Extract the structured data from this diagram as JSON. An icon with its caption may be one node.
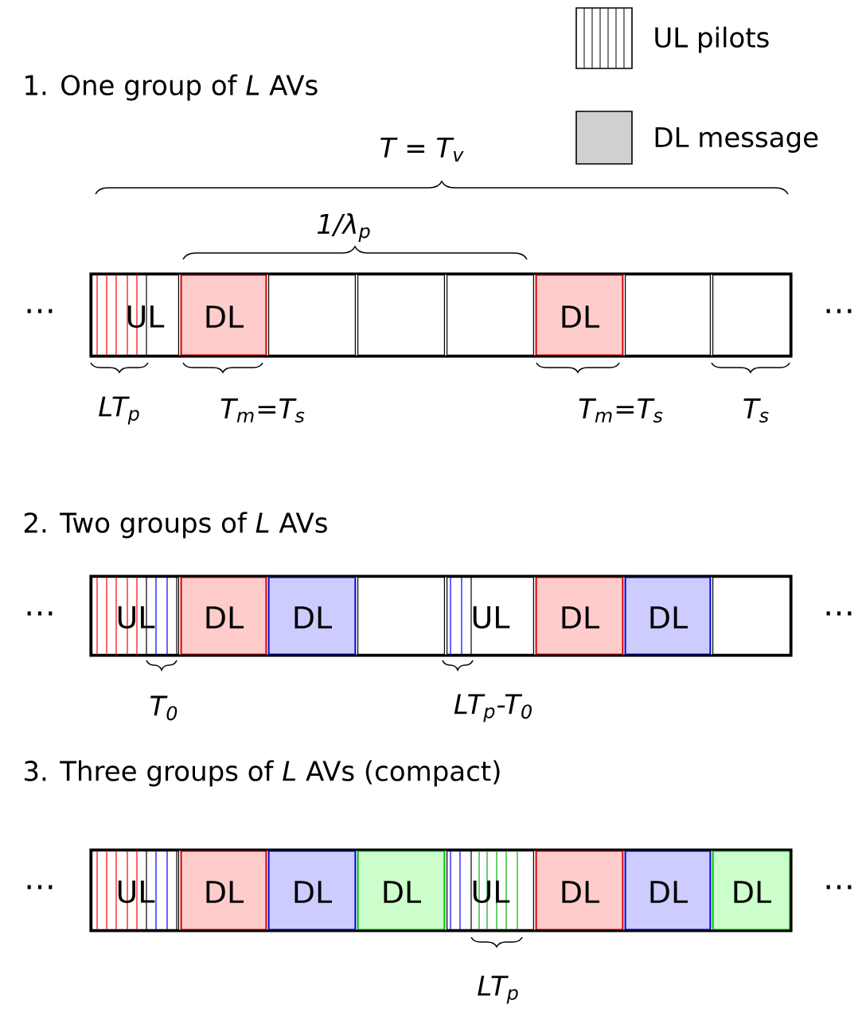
{
  "diagram": {
    "nodes": [
      {
        "text": [
          "UL"
        ]
      },
      {
        "text": [
          "DL"
        ]
      },
      {
        "text": [],
        "shape": "box"
      },
      {
        "text": [],
        "shape": "box"
      },
      {
        "text": [],
        "shape": "box"
      },
      {
        "text": [
          "DL"
        ]
      },
      {
        "text": [],
        "shape": "box"
      },
      {
        "text": [],
        "shape": "box"
      },
      {
        "text": [
          "UL"
        ]
      },
      {
        "text": [
          "DL"
        ]
      },
      {
        "text": [
          "DL"
        ]
      },
      {
        "text": [],
        "shape": "box"
      },
      {
        "text": [
          "UL"
        ]
      },
      {
        "text": [
          "DL"
        ]
      },
      {
        "text": [
          "DL"
        ]
      },
      {
        "text": [],
        "shape": "box"
      },
      {
        "text": [
          "UL"
        ]
      },
      {
        "text": [
          "DL"
        ]
      },
      {
        "text": [
          "DL"
        ]
      },
      {
        "text": [
          "DL"
        ]
      },
      {
        "text": [
          "UL"
        ]
      },
      {
        "text": [
          "DL"
        ]
      },
      {
        "text": [
          "DL"
        ]
      },
      {
        "text": [
          "DL"
        ]
      }
    ],
    "labels": [
      "1. One group of *L* AVs",
      "T = T$_{v}$",
      "1/λ$_{p}$",
      "⋯",
      "⋯",
      "LT$_{p}$",
      "T$_{m}$=T$_{s}$",
      "T$_{m}$=T$_{s}$",
      "T$_{s}$",
      "2. Two groups of *L* AVs",
      "⋯",
      "⋯",
      "T$_{0}$",
      "LT$_{p}$-T$_{0}$",
      "3. Three groups of *L* AVs (compact)",
      "⋯",
      "⋯",
      "LT$_{p}$"
    ],
    "legend": [
      {
        "text": "UL pilots"
      },
      {
        "text": "DL message",
        "color": "#d0d0d0"
      }
    ]
  }
}
